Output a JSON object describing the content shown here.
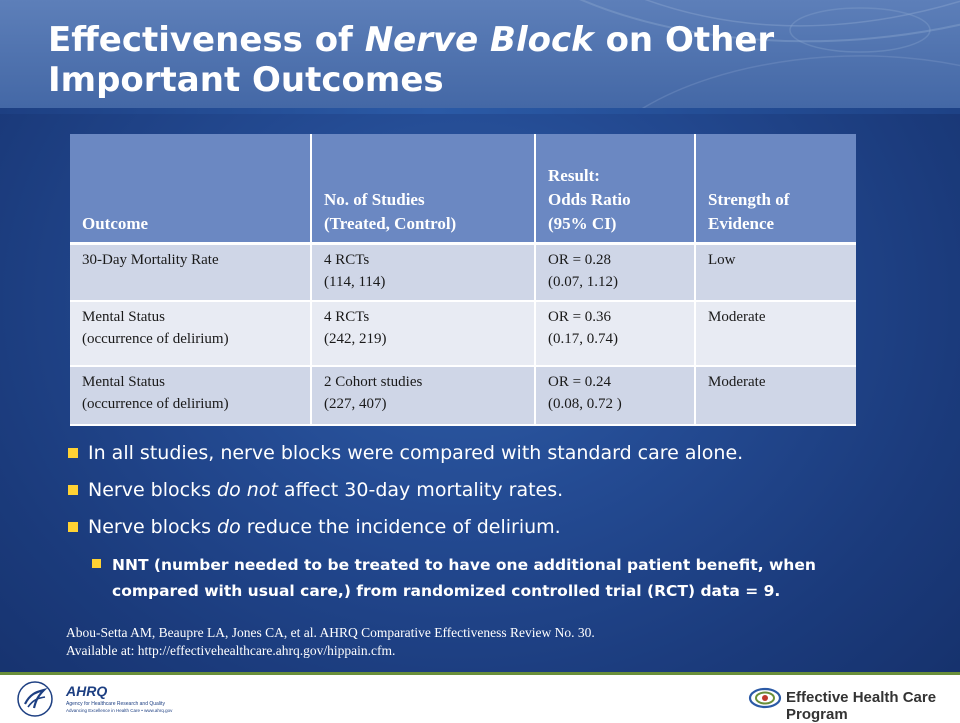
{
  "slide": {
    "title_part1": "Effectiveness of ",
    "title_emphasis": "Nerve Block",
    "title_part2": " on Other Important Outcomes"
  },
  "table": {
    "headers": [
      "Outcome",
      "No. of Studies (Treated, Control)",
      "Result: Odds Ratio (95% CI)",
      "Strength of Evidence"
    ],
    "header_lines": {
      "h1": [
        "No. of Studies",
        "(Treated, Control)"
      ],
      "h2": [
        "Result:",
        "Odds Ratio",
        "(95% CI)"
      ],
      "h3": [
        "Strength of",
        "Evidence"
      ]
    },
    "rows": [
      {
        "outcome": [
          "30-Day Mortality Rate"
        ],
        "studies": [
          "4 RCTs",
          "(114, 114)"
        ],
        "result": [
          "OR = 0.28",
          "(0.07, 1.12)"
        ],
        "strength": "Low"
      },
      {
        "outcome": [
          "Mental Status",
          "(occurrence of delirium)"
        ],
        "studies": [
          "4 RCTs",
          "(242, 219)"
        ],
        "result": [
          "OR = 0.36",
          "(0.17, 0.74)"
        ],
        "strength": "Moderate"
      },
      {
        "outcome": [
          "Mental Status",
          "(occurrence of delirium)"
        ],
        "studies": [
          "2 Cohort studies",
          "(227, 407)"
        ],
        "result": [
          "OR = 0.24",
          "(0.08, 0.72 )"
        ],
        "strength": "Moderate"
      }
    ]
  },
  "bullets": {
    "b1": "In all studies, nerve blocks were compared with standard care alone.",
    "b2_pre": "Nerve blocks ",
    "b2_em": "do not",
    "b2_post": " affect 30-day mortality rates.",
    "b3_pre": "Nerve blocks ",
    "b3_em": "do",
    "b3_post": " reduce the incidence of delirium.",
    "sub1": "NNT (number needed to be treated to have one additional patient benefit, when compared with usual care,) from randomized controlled trial (RCT) data = 9."
  },
  "reference": {
    "line1": "Abou-Setta AM, Beaupre LA, Jones CA, et al. AHRQ Comparative Effectiveness Review No. 30.",
    "line2": "Available at:  http://effectivehealthcare.ahrq.gov/hippain.cfm."
  },
  "footer": {
    "ahrq_name": "AHRQ",
    "ahrq_line1": "Agency for Healthcare Research and Quality",
    "ahrq_line2": "Advancing Excellence in Health Care • www.ahrq.gov",
    "program": "Effective Health Care Program"
  },
  "colors": {
    "background": "#244b93",
    "header": "#5d7fb9",
    "table_header": "#6b88c2",
    "bullet": "#ffd233"
  }
}
